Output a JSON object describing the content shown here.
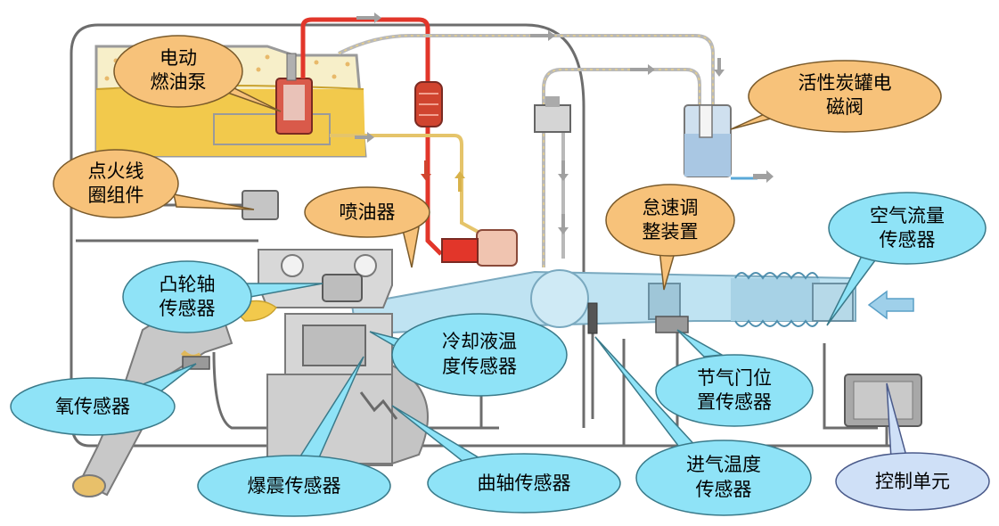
{
  "colors": {
    "orange_callout": "#f7c27a",
    "blue_callout": "#8fe3f7",
    "light_blue_callout": "#cfe0f7",
    "fuel": "#f2c94c",
    "fuel_line_red": "#e2362a",
    "air_pipe": "#bfe3f2",
    "wire_gray": "#6d6d6d"
  },
  "labels": {
    "fuel_pump": [
      "电动",
      "燃油泵"
    ],
    "canister_valve": [
      "活性炭罐电",
      "磁阀"
    ],
    "ignition_coil": [
      "点火线",
      "圈组件"
    ],
    "injector": [
      "喷油器"
    ],
    "idle_control": [
      "怠速调",
      "整装置"
    ],
    "air_flow_sensor": [
      "空气流量",
      "传感器"
    ],
    "camshaft_sensor": [
      "凸轮轴",
      "传感器"
    ],
    "coolant_temp_sensor": [
      "冷却液温",
      "度传感器"
    ],
    "oxygen_sensor": [
      "氧传感器"
    ],
    "throttle_position_sensor": [
      "节气门位",
      "置传感器"
    ],
    "knock_sensor": [
      "爆震传感器"
    ],
    "crankshaft_sensor": [
      "曲轴传感器"
    ],
    "intake_temp_sensor": [
      "进气温度",
      "传感器"
    ],
    "control_unit": [
      "控制单元"
    ]
  },
  "icons": {
    "flow_arrow": "arrow-icon",
    "intake_arrow": "big-arrow-icon"
  }
}
